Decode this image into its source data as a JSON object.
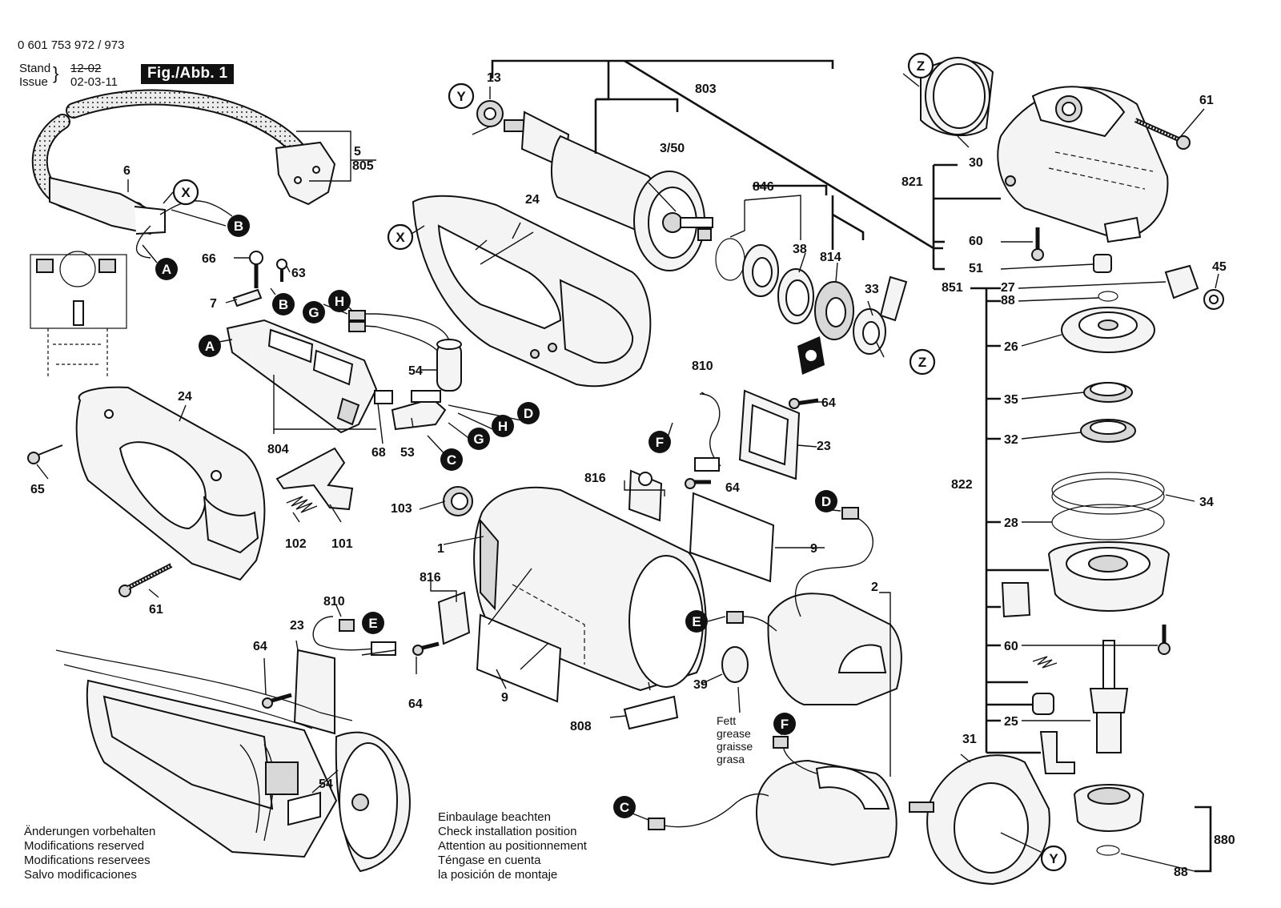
{
  "header": {
    "doc_number": "0 601 753 972 / 973",
    "stand_label": "Stand",
    "issue_label": "Issue",
    "stand_value": "12-02",
    "issue_value": "02-03-11",
    "figure_label": "Fig./Abb. 1"
  },
  "notes": {
    "modifications": [
      "Änderungen vorbehalten",
      "Modifications reserved",
      "Modifications reservees",
      "Salvo modificaciones"
    ],
    "installation": [
      "Einbaulage beachten",
      "Check installation position",
      "Attention au positionnement",
      "Téngase en cuenta",
      "la posición de montaje"
    ],
    "grease": [
      "Fett",
      "grease",
      "graisse",
      "grasa"
    ]
  },
  "connector_markers": {
    "A": "A",
    "B": "B",
    "C": "C",
    "D": "D",
    "E": "E",
    "F": "F",
    "G": "G",
    "H": "H",
    "X": "X",
    "Y": "Y",
    "Z": "Z"
  },
  "part_numbers": {
    "p1": "1",
    "p2": "2",
    "p3_50": "3/50",
    "p5": "5",
    "p6": "6",
    "p7": "7",
    "p9": "9",
    "p13": "13",
    "p23": "23",
    "p24": "24",
    "p25": "25",
    "p26": "26",
    "p27": "27",
    "p28": "28",
    "p30": "30",
    "p31": "31",
    "p32": "32",
    "p33": "33",
    "p34": "34",
    "p35": "35",
    "p38": "38",
    "p39": "39",
    "p45": "45",
    "p51": "51",
    "p53": "53",
    "p54": "54",
    "p60": "60",
    "p61": "61",
    "p63": "63",
    "p64": "64",
    "p65": "65",
    "p66": "66",
    "p68": "68",
    "p88": "88",
    "p101": "101",
    "p102": "102",
    "p103": "103",
    "p803": "803",
    "p804": "804",
    "p805": "805",
    "p808": "808",
    "p810": "810",
    "p814": "814",
    "p816": "816",
    "p821": "821",
    "p822": "822",
    "p846": "846",
    "p851": "851",
    "p880": "880"
  }
}
